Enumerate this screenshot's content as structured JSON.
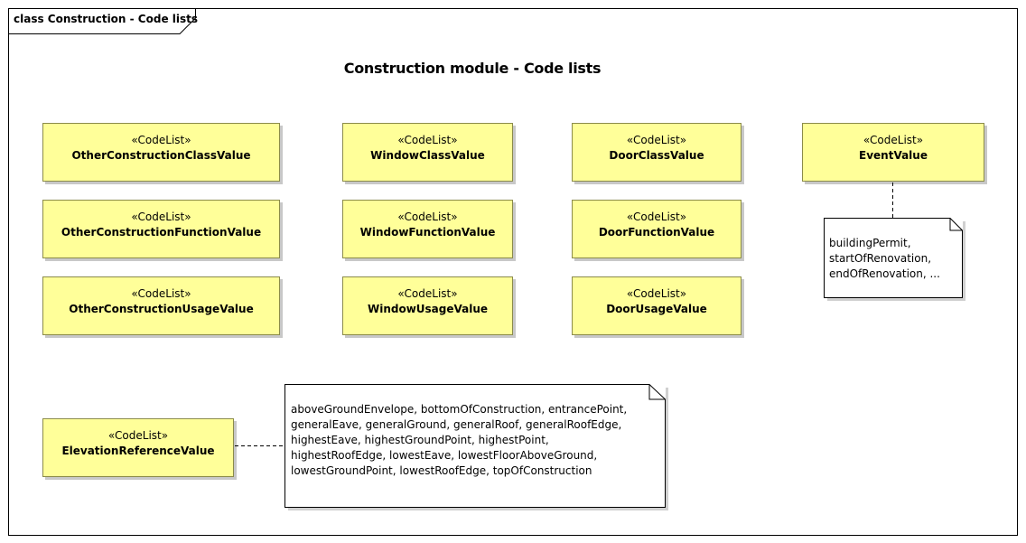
{
  "frame": {
    "tab_label": "class Construction - Code lists",
    "title": "Construction module - Code lists"
  },
  "codelists": [
    {
      "stereotype": "«CodeList»",
      "name": "OtherConstructionClassValue"
    },
    {
      "stereotype": "«CodeList»",
      "name": "OtherConstructionFunctionValue"
    },
    {
      "stereotype": "«CodeList»",
      "name": "OtherConstructionUsageValue"
    },
    {
      "stereotype": "«CodeList»",
      "name": "WindowClassValue"
    },
    {
      "stereotype": "«CodeList»",
      "name": "WindowFunctionValue"
    },
    {
      "stereotype": "«CodeList»",
      "name": "WindowUsageValue"
    },
    {
      "stereotype": "«CodeList»",
      "name": "DoorClassValue"
    },
    {
      "stereotype": "«CodeList»",
      "name": "DoorFunctionValue"
    },
    {
      "stereotype": "«CodeList»",
      "name": "DoorUsageValue"
    },
    {
      "stereotype": "«CodeList»",
      "name": "EventValue"
    },
    {
      "stereotype": "«CodeList»",
      "name": "ElevationReferenceValue"
    }
  ],
  "notes": {
    "event_note": "buildingPermit,\nstartOfRenovation,\nendOfRenovation, ...",
    "elevation_note": "aboveGroundEnvelope, bottomOfConstruction, entrancePoint,\ngeneralEave, generalGround, generalRoof, generalRoofEdge,\nhighestEave, highestGroundPoint, highestPoint,\nhighestRoofEdge, lowestEave, lowestFloorAboveGround,\nlowestGroundPoint, lowestRoofEdge, topOfConstruction"
  },
  "colors": {
    "codelist_fill": "#ffff99",
    "codelist_border": "#8b8b4a",
    "note_fill": "#ffffff"
  }
}
